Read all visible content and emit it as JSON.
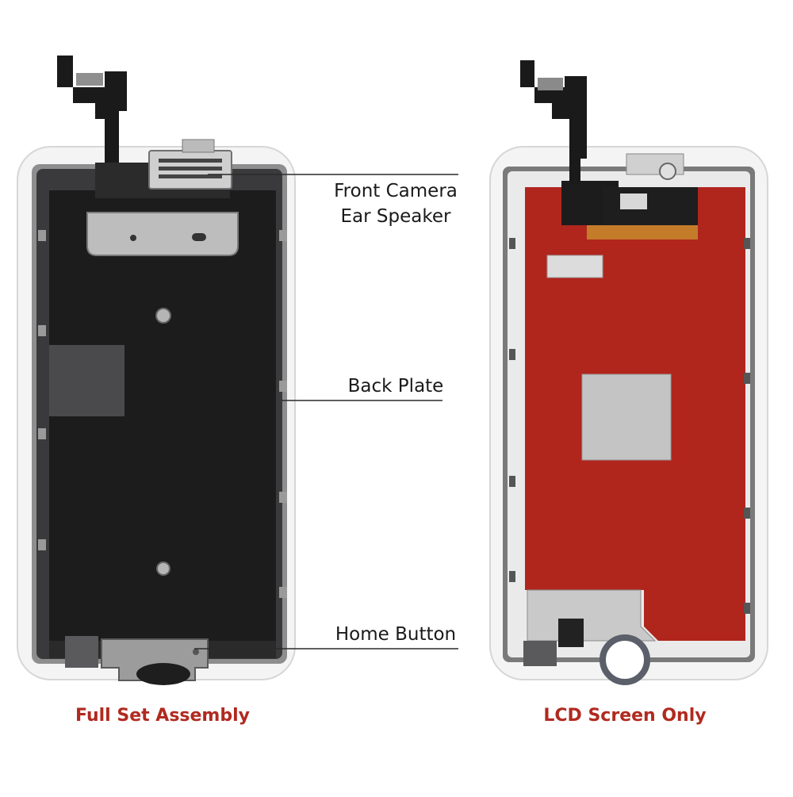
{
  "colors": {
    "caption": "#b12a1f",
    "lcd_red": "#b0261d",
    "plate_black": "#1c1c1d",
    "frame_white": "#f3f3f3",
    "metal": "#c9c9c9"
  },
  "callouts": {
    "front_camera": "Front Camera",
    "ear_speaker": "Ear Speaker",
    "back_plate": "Back Plate",
    "home_button": "Home Button"
  },
  "captions": {
    "left": "Full Set Assembly",
    "right": "LCD Screen Only"
  }
}
